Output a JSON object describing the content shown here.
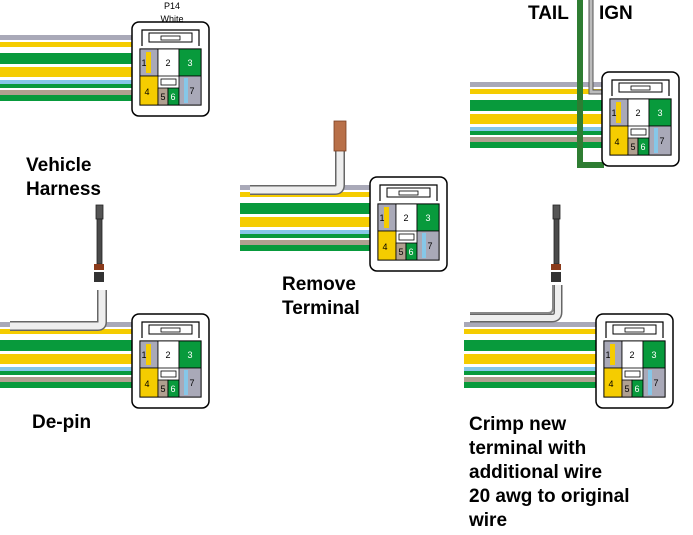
{
  "connector": {
    "name": "P14",
    "color_label": "White",
    "pins": [
      "1",
      "2",
      "3",
      "4",
      "5",
      "6",
      "7"
    ]
  },
  "labels": {
    "vehicle_harness": "Vehicle\nHarness",
    "remove_terminal": "Remove\nTerminal",
    "de_pin": "De-pin",
    "crimp": "Crimp new\nterminal with\nadditional wire\n20 awg to original\nwire",
    "tail": "TAIL",
    "ign": "IGN"
  },
  "wire_colors": {
    "gray": "#a9a9b8",
    "yellow": "#f5cc00",
    "green": "#089a3c",
    "white": "#ffffff",
    "lightblue": "#86c7e8",
    "tan": "#b0a090",
    "darkgreen": "#2e7d32",
    "copper": "#b87049"
  },
  "icons": [
    "harness-connector-icon",
    "tool-probe-icon",
    "wire-terminal-icon"
  ]
}
